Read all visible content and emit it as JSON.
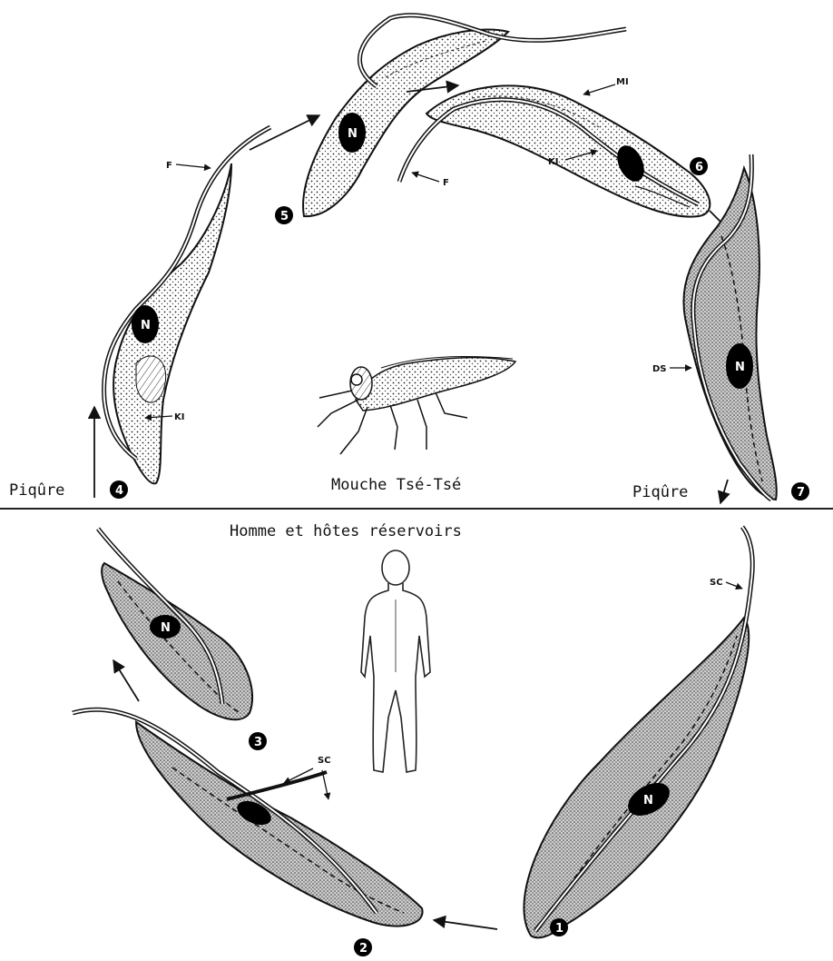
{
  "labels": {
    "vector_caption": "Mouche Tsé-Tsé",
    "host_caption": "Homme et hôtes réservoirs",
    "bite_left": "Piqûre",
    "bite_right": "Piqûre"
  },
  "stages": [
    {
      "number": "1",
      "nucleus": "N"
    },
    {
      "number": "2"
    },
    {
      "number": "3",
      "nucleus": "N"
    },
    {
      "number": "4",
      "nucleus": "N"
    },
    {
      "number": "5",
      "nucleus": "N"
    },
    {
      "number": "6"
    },
    {
      "number": "7",
      "nucleus": "N"
    }
  ],
  "annotations": {
    "flagellum": "F",
    "kinetoplast": "KI",
    "mitochondrion": "MI",
    "surface_coat": "SC",
    "dense_surface": "DS"
  }
}
